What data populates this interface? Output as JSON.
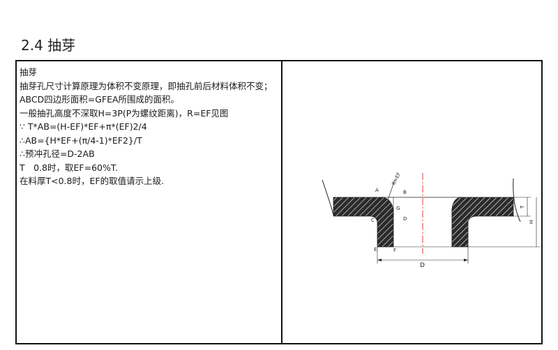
{
  "section": {
    "title": "2.4 抽芽"
  },
  "text": {
    "heading": "抽芽",
    "lines": [
      "抽芽孔尺寸计算原理为体积不变原理，即抽孔前后材料体积不变；ABCD四边形面积=GFEA所围成的面积。",
      "一般抽孔高度不深取H=3P(P为螺纹距离)，R=EF见图",
      "∵ T*AB=(H-EF)*EF+π*(EF)2/4",
      "∴AB={H*EF+(π/4-1)*EF2}/T",
      "∴预冲孔径=D-2AB",
      "T　0.8时，取EF=60%T.",
      "在料厚T<0.8时，EF的取值请示上级."
    ]
  },
  "diagram": {
    "labels": {
      "a": "A",
      "b": "B",
      "c": "C",
      "d": "D",
      "e": "E",
      "f": "F",
      "g": "G",
      "r": "R=EF",
      "t": "T",
      "h": "H",
      "dim_d": "D"
    },
    "colors": {
      "hatch": "#2b2b2b",
      "centerline": "#e0393b",
      "dim": "#222222"
    }
  }
}
